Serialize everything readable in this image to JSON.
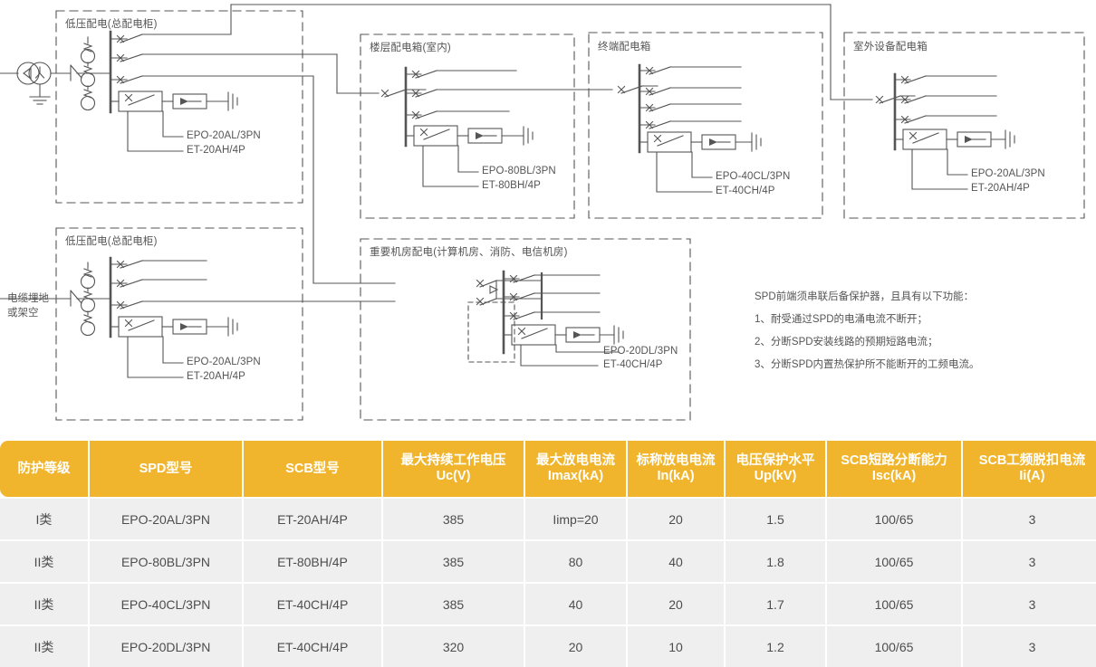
{
  "diagram": {
    "source_label_lines": [
      "电缆埋地",
      "或架空"
    ],
    "boxes": [
      {
        "id": "lv-main-top",
        "title": "低压配电(总配电柜)",
        "spd": "EPO-20AL/3PN",
        "scb": "ET-20AH/4P"
      },
      {
        "id": "lv-main-bottom",
        "title": "低压配电(总配电柜)",
        "spd": "EPO-20AL/3PN",
        "scb": "ET-20AH/4P"
      },
      {
        "id": "floor-box",
        "title": "楼层配电箱(室内)",
        "spd": "EPO-80BL/3PN",
        "scb": "ET-80BH/4P"
      },
      {
        "id": "terminal-box",
        "title": "终端配电箱",
        "spd": "EPO-40CL/3PN",
        "scb": "ET-40CH/4P"
      },
      {
        "id": "outdoor-box",
        "title": "室外设备配电箱",
        "spd": "EPO-20AL/3PN",
        "scb": "ET-20AH/4P"
      },
      {
        "id": "critical-room",
        "title": "重要机房配电(计算机房、消防、电信机房)",
        "spd": "EPO-20DL/3PN",
        "scb": "ET-40CH/4P"
      }
    ],
    "notes": [
      "SPD前端须串联后备保护器，且具有以下功能：",
      "1、耐受通过SPD的电涌电流不断开；",
      "2、分断SPD安装线路的预期短路电流；",
      "3、分断SPD内置热保护所不能断开的工频电流。"
    ]
  },
  "table": {
    "accent_color": "#F0B52C",
    "row_color": "#EFEFEF",
    "headers": [
      "防护等级",
      "SPD型号",
      "SCB型号",
      "最大持续工作电压\nUc(V)",
      "最大放电电流\nImax(kA)",
      "标称放电电流\nIn(kA)",
      "电压保护水平\nUp(kV)",
      "SCB短路分断能力\nIsc(kA)",
      "SCB工频脱扣电流\nIi(A)"
    ],
    "rows": [
      [
        "I类",
        "EPO-20AL/3PN",
        "ET-20AH/4P",
        "385",
        "Iimp=20",
        "20",
        "1.5",
        "100/65",
        "3"
      ],
      [
        "II类",
        "EPO-80BL/3PN",
        "ET-80BH/4P",
        "385",
        "80",
        "40",
        "1.8",
        "100/65",
        "3"
      ],
      [
        "II类",
        "EPO-40CL/3PN",
        "ET-40CH/4P",
        "385",
        "40",
        "20",
        "1.7",
        "100/65",
        "3"
      ],
      [
        "II类",
        "EPO-20DL/3PN",
        "ET-40CH/4P",
        "320",
        "20",
        "10",
        "1.2",
        "100/65",
        "3"
      ]
    ]
  }
}
